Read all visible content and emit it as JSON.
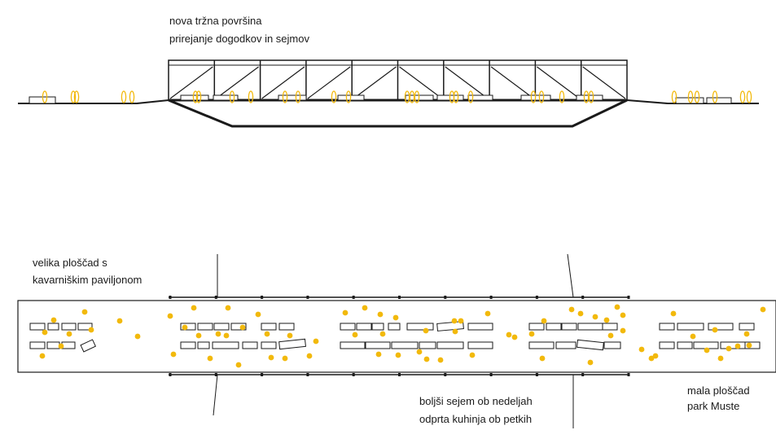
{
  "section": {
    "label_line1": "nova tržna površina",
    "label_line2": "prirejanje dogodkov in sejmov"
  },
  "plan": {
    "big_square_line1": "velika ploščad s",
    "big_square_line2": "kavarniškim paviljonom",
    "market_line1": "boljši sejem ob nedeljah",
    "market_line2": "odprta kuhinja ob petkih",
    "small_square_line1": "mala ploščad",
    "small_square_line2": "park Muste"
  },
  "colors": {
    "people": "#f2b90c",
    "lines": "#1a1a1a"
  }
}
